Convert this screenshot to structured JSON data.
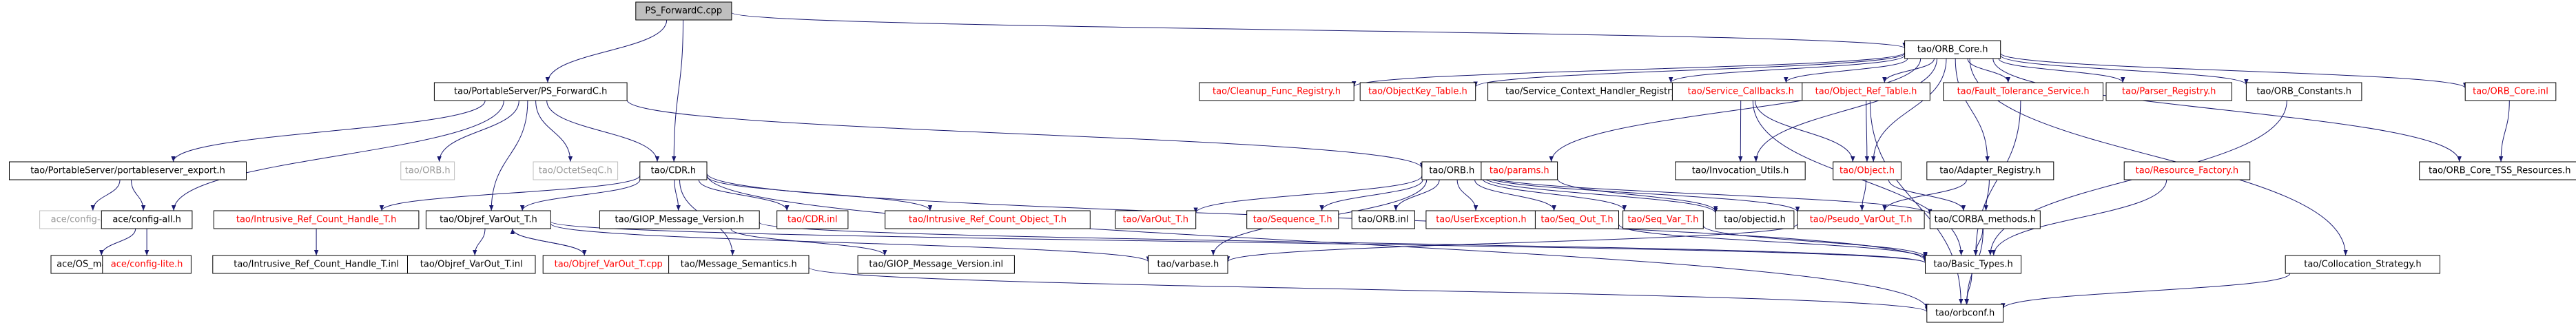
{
  "colors": {
    "edge": "#191970",
    "box_border": "#000000",
    "box_fill": "#ffffff",
    "root_fill": "#bfbfbf",
    "text_normal": "#000000",
    "text_missing": "#ff0000",
    "text_system": "#9a9a9a",
    "border_system": "#bfbfbf"
  },
  "nodes": [
    {
      "id": "root",
      "label": "PS_ForwardC.cpp",
      "style": "root"
    },
    {
      "id": "ps_forwardc_h",
      "label": "tao/PortableServer/PS_ForwardC.h",
      "style": "normal"
    },
    {
      "id": "orb_core_h",
      "label": "tao/ORB_Core.h",
      "style": "normal"
    },
    {
      "id": "cdr_h",
      "label": "tao/CDR.h",
      "style": "normal"
    },
    {
      "id": "portableserver_export_h",
      "label": "tao/PortableServer/portableserver_export.h",
      "style": "normal"
    },
    {
      "id": "orb_h_sys",
      "label": "tao/ORB.h",
      "style": "system"
    },
    {
      "id": "objref_varout_t_h",
      "label": "tao/Objref_VarOut_T.h",
      "style": "normal"
    },
    {
      "id": "octetseqc_h",
      "label": "tao/OctetSeqC.h",
      "style": "system"
    },
    {
      "id": "ace_config_all_sys",
      "label": "ace/config-all.h",
      "style": "system"
    },
    {
      "id": "ace_config_all_h",
      "label": "ace/config-all.h",
      "style": "normal"
    },
    {
      "id": "ace_os_main_h",
      "label": "ace/OS_main.h",
      "style": "normal"
    },
    {
      "id": "ace_config_lite_h",
      "label": "ace/config-lite.h",
      "style": "missing"
    },
    {
      "id": "intrusive_ref_count_handle_t_h",
      "label": "tao/Intrusive_Ref_Count_Handle_T.h",
      "style": "missing"
    },
    {
      "id": "intrusive_ref_count_handle_t_inl",
      "label": "tao/Intrusive_Ref_Count_Handle_T.inl",
      "style": "normal"
    },
    {
      "id": "objref_varout_t_inl",
      "label": "tao/Objref_VarOut_T.inl",
      "style": "normal"
    },
    {
      "id": "objref_varout_t_cpp",
      "label": "tao/Objref_VarOut_T.cpp",
      "style": "missing"
    },
    {
      "id": "giop_message_version_h",
      "label": "tao/GIOP_Message_Version.h",
      "style": "normal"
    },
    {
      "id": "cdr_inl",
      "label": "tao/CDR.inl",
      "style": "missing"
    },
    {
      "id": "intrusive_ref_count_object_t_h",
      "label": "tao/Intrusive_Ref_Count_Object_T.h",
      "style": "missing"
    },
    {
      "id": "message_semantics_h",
      "label": "tao/Message_Semantics.h",
      "style": "normal"
    },
    {
      "id": "giop_message_version_inl",
      "label": "tao/GIOP_Message_Version.inl",
      "style": "normal"
    },
    {
      "id": "varbase_h",
      "label": "tao/varbase.h",
      "style": "normal"
    },
    {
      "id": "orb_h",
      "label": "tao/ORB.h",
      "style": "normal"
    },
    {
      "id": "params_h",
      "label": "tao/params.h",
      "style": "missing"
    },
    {
      "id": "cleanup_func_registry_h",
      "label": "tao/Cleanup_Func_Registry.h",
      "style": "missing"
    },
    {
      "id": "objectkey_table_h",
      "label": "tao/ObjectKey_Table.h",
      "style": "missing"
    },
    {
      "id": "service_context_handler_registry_h",
      "label": "tao/Service_Context_Handler_Registry.h",
      "style": "normal"
    },
    {
      "id": "service_callbacks_h",
      "label": "tao/Service_Callbacks.h",
      "style": "missing"
    },
    {
      "id": "object_ref_table_h",
      "label": "tao/Object_Ref_Table.h",
      "style": "missing"
    },
    {
      "id": "adapter_registry_h",
      "label": "tao/Adapter_Registry.h",
      "style": "normal"
    },
    {
      "id": "fault_tolerance_service_h",
      "label": "tao/Fault_Tolerance_Service.h",
      "style": "missing"
    },
    {
      "id": "parser_registry_h",
      "label": "tao/Parser_Registry.h",
      "style": "missing"
    },
    {
      "id": "orb_constants_h",
      "label": "tao/ORB_Constants.h",
      "style": "normal"
    },
    {
      "id": "orb_core_inl",
      "label": "tao/ORB_Core.inl",
      "style": "missing"
    },
    {
      "id": "orb_core_tss_resources_h",
      "label": "tao/ORB_Core_TSS_Resources.h",
      "style": "normal"
    },
    {
      "id": "invocation_utils_h",
      "label": "tao/Invocation_Utils.h",
      "style": "normal"
    },
    {
      "id": "object_h",
      "label": "tao/Object.h",
      "style": "missing"
    },
    {
      "id": "resource_factory_h",
      "label": "tao/Resource_Factory.h",
      "style": "missing"
    },
    {
      "id": "varout_t_h",
      "label": "tao/VarOut_T.h",
      "style": "missing"
    },
    {
      "id": "sequence_t_h",
      "label": "tao/Sequence_T.h",
      "style": "missing"
    },
    {
      "id": "orb_inl",
      "label": "tao/ORB.inl",
      "style": "normal"
    },
    {
      "id": "userexception_h",
      "label": "tao/UserException.h",
      "style": "missing"
    },
    {
      "id": "seq_out_t_h",
      "label": "tao/Seq_Out_T.h",
      "style": "missing"
    },
    {
      "id": "seq_var_t_h",
      "label": "tao/Seq_Var_T.h",
      "style": "missing"
    },
    {
      "id": "objectid_h",
      "label": "tao/objectid.h",
      "style": "normal"
    },
    {
      "id": "pseudo_varout_t_h",
      "label": "tao/Pseudo_VarOut_T.h",
      "style": "missing"
    },
    {
      "id": "corba_methods_h",
      "label": "tao/CORBA_methods.h",
      "style": "normal"
    },
    {
      "id": "basic_types_h",
      "label": "tao/Basic_Types.h",
      "style": "normal"
    },
    {
      "id": "collocation_strategy_h",
      "label": "tao/Collocation_Strategy.h",
      "style": "normal"
    },
    {
      "id": "orbconf_h",
      "label": "tao/orbconf.h",
      "style": "normal"
    }
  ],
  "edges": [
    [
      "root",
      "ps_forwardc_h"
    ],
    [
      "root",
      "orb_core_h"
    ],
    [
      "root",
      "cdr_h"
    ],
    [
      "ps_forwardc_h",
      "portableserver_export_h"
    ],
    [
      "ps_forwardc_h",
      "orb_h_sys"
    ],
    [
      "ps_forwardc_h",
      "objref_varout_t_h"
    ],
    [
      "ps_forwardc_h",
      "octetseqc_h"
    ],
    [
      "ps_forwardc_h",
      "ace_config_all_h"
    ],
    [
      "ps_forwardc_h",
      "cdr_h"
    ],
    [
      "ps_forwardc_h",
      "orb_h"
    ],
    [
      "portableserver_export_h",
      "ace_config_all_sys"
    ],
    [
      "portableserver_export_h",
      "ace_config_all_h"
    ],
    [
      "ace_config_all_h",
      "ace_os_main_h"
    ],
    [
      "ace_config_all_h",
      "ace_config_lite_h"
    ],
    [
      "intrusive_ref_count_handle_t_h",
      "intrusive_ref_count_handle_t_inl"
    ],
    [
      "objref_varout_t_h",
      "objref_varout_t_inl"
    ],
    [
      "objref_varout_t_h",
      "objref_varout_t_cpp"
    ],
    [
      "objref_varout_t_cpp",
      "objref_varout_t_h"
    ],
    [
      "objref_varout_t_h",
      "varbase_h"
    ],
    [
      "objref_varout_t_h",
      "basic_types_h"
    ],
    [
      "cdr_h",
      "intrusive_ref_count_handle_t_h"
    ],
    [
      "cdr_h",
      "objref_varout_t_h"
    ],
    [
      "cdr_h",
      "giop_message_version_h"
    ],
    [
      "cdr_h",
      "cdr_inl"
    ],
    [
      "cdr_h",
      "intrusive_ref_count_object_t_h"
    ],
    [
      "cdr_h",
      "message_semantics_h"
    ],
    [
      "cdr_h",
      "basic_types_h"
    ],
    [
      "cdr_h",
      "orbconf_h"
    ],
    [
      "giop_message_version_h",
      "giop_message_version_inl"
    ],
    [
      "giop_message_version_h",
      "basic_types_h"
    ],
    [
      "message_semantics_h",
      "orbconf_h"
    ],
    [
      "orb_h",
      "varout_t_h"
    ],
    [
      "orb_h",
      "sequence_t_h"
    ],
    [
      "orb_h",
      "orb_inl"
    ],
    [
      "orb_h",
      "userexception_h"
    ],
    [
      "orb_h",
      "seq_out_t_h"
    ],
    [
      "orb_h",
      "seq_var_t_h"
    ],
    [
      "orb_h",
      "objectid_h"
    ],
    [
      "orb_h",
      "pseudo_varout_t_h"
    ],
    [
      "orb_h",
      "corba_methods_h"
    ],
    [
      "orb_h",
      "varbase_h"
    ],
    [
      "orb_core_h",
      "cleanup_func_registry_h"
    ],
    [
      "orb_core_h",
      "objectkey_table_h"
    ],
    [
      "orb_core_h",
      "service_context_handler_registry_h"
    ],
    [
      "orb_core_h",
      "service_callbacks_h"
    ],
    [
      "orb_core_h",
      "object_ref_table_h"
    ],
    [
      "orb_core_h",
      "adapter_registry_h"
    ],
    [
      "orb_core_h",
      "fault_tolerance_service_h"
    ],
    [
      "orb_core_h",
      "parser_registry_h"
    ],
    [
      "orb_core_h",
      "orb_constants_h"
    ],
    [
      "orb_core_h",
      "orb_core_inl"
    ],
    [
      "orb_core_h",
      "orb_core_tss_resources_h"
    ],
    [
      "orb_core_h",
      "params_h"
    ],
    [
      "orb_core_h",
      "invocation_utils_h"
    ],
    [
      "orb_core_h",
      "object_h"
    ],
    [
      "orb_core_h",
      "collocation_strategy_h"
    ],
    [
      "params_h",
      "objectid_h"
    ],
    [
      "service_callbacks_h",
      "object_h"
    ],
    [
      "service_callbacks_h",
      "invocation_utils_h"
    ],
    [
      "service_callbacks_h",
      "basic_types_h"
    ],
    [
      "object_ref_table_h",
      "object_h"
    ],
    [
      "object_ref_table_h",
      "orbconf_h"
    ],
    [
      "adapter_registry_h",
      "pseudo_varout_t_h"
    ],
    [
      "adapter_registry_h",
      "corba_methods_h"
    ],
    [
      "fault_tolerance_service_h",
      "basic_types_h"
    ],
    [
      "orb_constants_h",
      "basic_types_h"
    ],
    [
      "resource_factory_h",
      "basic_types_h"
    ],
    [
      "orb_core_inl",
      "orb_core_tss_resources_h"
    ],
    [
      "object_h",
      "pseudo_varout_t_h"
    ],
    [
      "object_h",
      "corba_methods_h"
    ],
    [
      "pseudo_varout_t_h",
      "varbase_h"
    ],
    [
      "corba_methods_h",
      "basic_types_h"
    ],
    [
      "corba_methods_h",
      "orbconf_h"
    ],
    [
      "seq_out_t_h",
      "basic_types_h"
    ],
    [
      "seq_var_t_h",
      "basic_types_h"
    ],
    [
      "basic_types_h",
      "orbconf_h"
    ],
    [
      "collocation_strategy_h",
      "orbconf_h"
    ]
  ]
}
